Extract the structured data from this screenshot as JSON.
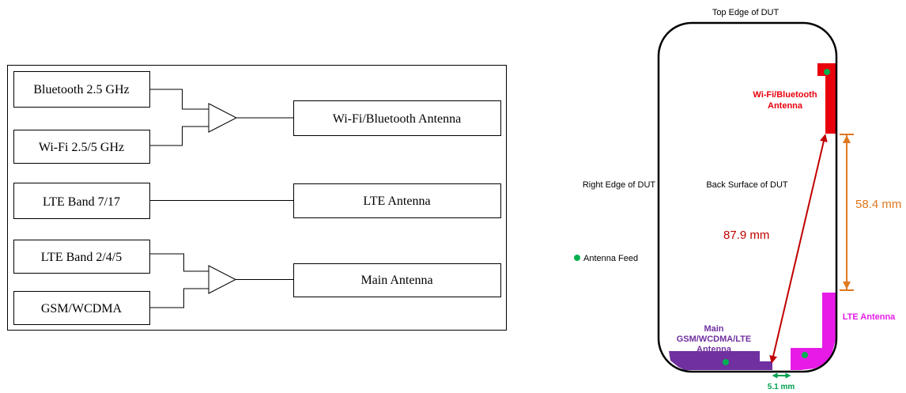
{
  "block_diagram": {
    "inputs": {
      "bluetooth": "Bluetooth 2.5 GHz",
      "wifi": "Wi-Fi 2.5/5 GHz",
      "lte_7_17": "LTE Band 7/17",
      "lte_2_4_5": "LTE Band 2/4/5",
      "gsm_wcdma": "GSM/WCDMA"
    },
    "outputs": {
      "wifi_bt_antenna": "Wi-Fi/Bluetooth Antenna",
      "lte_antenna": "LTE Antenna",
      "main_antenna": "Main Antenna"
    }
  },
  "device": {
    "top_edge": "Top Edge of DUT",
    "right_edge": "Right Edge of DUT",
    "back_surface": "Back Surface of DUT",
    "legend_feed": "Antenna Feed",
    "wifi_bt_label_1": "Wi-Fi/Bluetooth",
    "wifi_bt_label_2": "Antenna",
    "lte_label": "LTE Antenna",
    "main_label_1": "Main",
    "main_label_2": "GSM/WCDMA/LTE",
    "main_label_3": "Antenna",
    "dim_vertical": "58.4 mm",
    "dim_diagonal": "87.9 mm",
    "dim_bottom": "5.1 mm"
  },
  "colors": {
    "wifi_bt": "#e8000c",
    "lte": "#e61ce6",
    "main": "#7030a0",
    "feed": "#00b050",
    "dim_orange": "#e07820",
    "dim_red": "#c00000",
    "dim_green": "#00a050"
  }
}
